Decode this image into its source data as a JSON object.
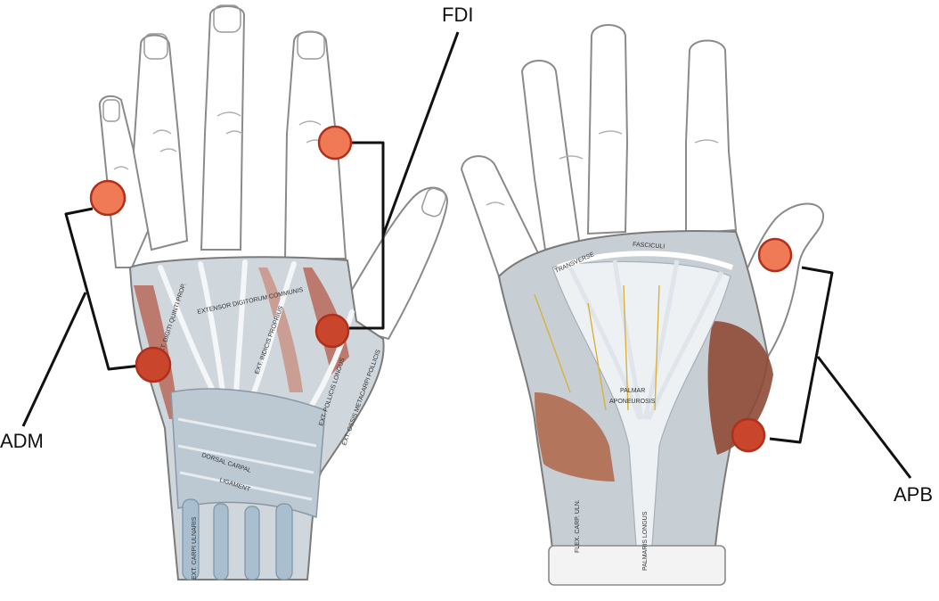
{
  "labels": {
    "fdi": "FDI",
    "adm": "ADM",
    "apb": "APB"
  },
  "diagram_text": {
    "ext_digiti_quinti": "EXT. DIGITI QUINTI PROP.",
    "ext_digitorum": "EXTENSOR DIGITORUM COMMUNIS",
    "ext_indicis": "EXT. INDICIS PROPRIUS",
    "ext_pollicis_longus": "EXT. POLLICIS LONGUS",
    "ext_ossis": "EXT. OSSIS METACARPI POLLICIS",
    "dorsal_carpal": "DORSAL CARPAL",
    "ligament": "LIGAMENT",
    "ext_carpi_ulnaris": "EXT. CARPI ULNARIS",
    "transverse": "TRANSVERSE",
    "fasciculi": "FASCICULI",
    "palmar": "PALMAR",
    "aponeurosis": "APONEUROSIS",
    "flex_carp_uln": "FLEX. CARP. ULN.",
    "palmaris_longus": "PALMARIS LONGUS"
  },
  "colors": {
    "electrode_fill": "#f07a55",
    "electrode_fill_dark": "#c9452b",
    "electrode_stroke": "#b0301c",
    "line": "#111111",
    "skin": "#ffffff",
    "outline": "#8a8a8a",
    "muscle": "#b86a5a",
    "tendon": "#a9bfcf",
    "fascia": "#e9ecef"
  }
}
